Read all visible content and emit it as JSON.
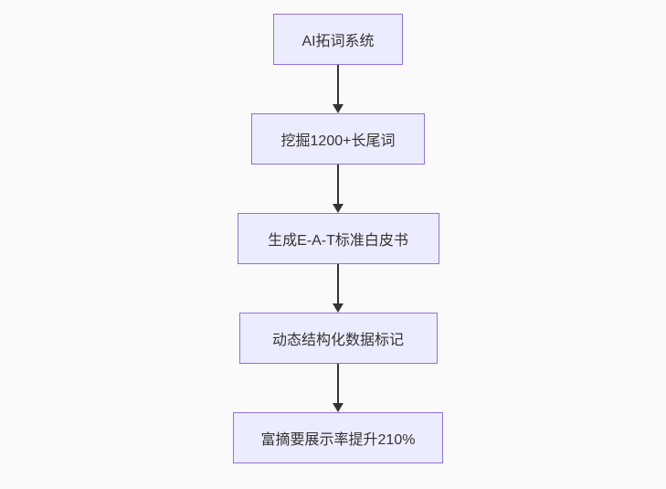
{
  "diagram": {
    "type": "flowchart",
    "direction": "top-down",
    "colors": {
      "background": "#fafafa",
      "node_fill": "#ECECFF",
      "node_border": "#9370DB",
      "text": "#333333",
      "arrow": "#333333"
    },
    "nodes": [
      {
        "id": "n1",
        "label": "AI拓词系统"
      },
      {
        "id": "n2",
        "label": "挖掘1200+长尾词"
      },
      {
        "id": "n3",
        "label": "生成E-A-T标准白皮书"
      },
      {
        "id": "n4",
        "label": "动态结构化数据标记"
      },
      {
        "id": "n5",
        "label": "富摘要展示率提升210%"
      }
    ],
    "edges": [
      {
        "from": "n1",
        "to": "n2",
        "style": "arrow-down"
      },
      {
        "from": "n2",
        "to": "n3",
        "style": "arrow-down"
      },
      {
        "from": "n3",
        "to": "n4",
        "style": "arrow-down"
      },
      {
        "from": "n4",
        "to": "n5",
        "style": "arrow-down"
      }
    ]
  }
}
